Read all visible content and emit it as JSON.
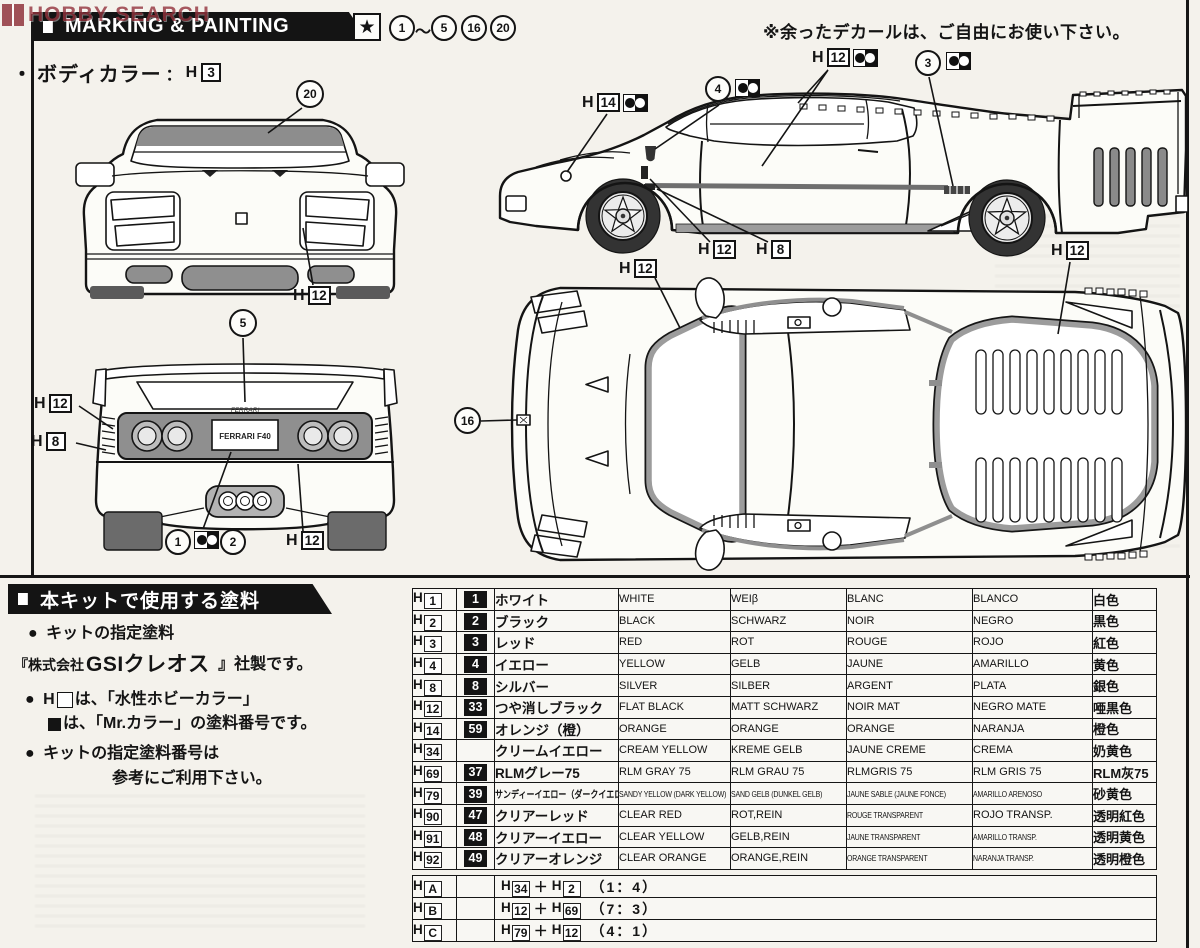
{
  "watermark": {
    "text": "HOBBY SEARCH"
  },
  "header": {
    "title": "MARKING & PAINTING",
    "star": "★",
    "parts": [
      "1",
      "5",
      "16",
      "20"
    ],
    "range_tilde": "～",
    "note": "※余ったデカールは、ご自由にお使い下さい。"
  },
  "body_color": {
    "bullet": "・",
    "label": "ボディカラー",
    "sep": "：",
    "prefix": "H",
    "num": "3"
  },
  "callouts": {
    "front_windshield_part": {
      "num": "20"
    },
    "front_bumper_paint": {
      "prefix": "H",
      "num": "12"
    },
    "rear_spoiler_part": {
      "num": "5"
    },
    "rear_left_paint": {
      "prefix": "H",
      "num": "12"
    },
    "rear_left_lower_paint": {
      "prefix": "H",
      "num": "8"
    },
    "rear_plate_part_a": {
      "num": "1"
    },
    "rear_plate_part_b": {
      "num": "2"
    },
    "rear_lower_paint": {
      "prefix": "H",
      "num": "12"
    },
    "side_marker_paint": {
      "prefix": "H",
      "num": "14"
    },
    "side_badge_part": {
      "num": "4"
    },
    "side_window_paint": {
      "prefix": "H",
      "num": "12"
    },
    "side_door_part": {
      "num": "3"
    },
    "side_sill_paint": {
      "prefix": "H",
      "num": "12"
    },
    "side_sill_paint2": {
      "prefix": "H",
      "num": "8"
    },
    "top_windshield_paint": {
      "prefix": "H",
      "num": "12"
    },
    "top_engine_paint": {
      "prefix": "H",
      "num": "12"
    },
    "top_hood_part": {
      "num": "16"
    }
  },
  "views": {
    "rear_plate_text": "FERRARI F40",
    "rear_spoiler_script": "FERRARI"
  },
  "paint_section": {
    "banner": "本キットで使用する塗料",
    "note1": "キットの指定塗料",
    "maker_pre": "『株式会社",
    "maker": "GSIクレオス",
    "maker_post": "』社製です。",
    "aqueous_pre": "H",
    "aqueous_post": "は、「水性ホビーカラー」",
    "mr_post": "は、「Mr.カラー」の塗料番号です。",
    "ref1": "キットの指定塗料番号は",
    "ref2": "参考にご利用下さい。"
  },
  "paint_table": {
    "rows": [
      {
        "h": "1",
        "mr": "1",
        "jp": "ホワイト",
        "en": "WHITE",
        "de": "WEIβ",
        "fr": "BLANC",
        "es": "BLANCO",
        "cn": "白色"
      },
      {
        "h": "2",
        "mr": "2",
        "jp": "ブラック",
        "en": "BLACK",
        "de": "SCHWARZ",
        "fr": "NOIR",
        "es": "NEGRO",
        "cn": "黒色"
      },
      {
        "h": "3",
        "mr": "3",
        "jp": "レッド",
        "en": "RED",
        "de": "ROT",
        "fr": "ROUGE",
        "es": "ROJO",
        "cn": "紅色"
      },
      {
        "h": "4",
        "mr": "4",
        "jp": "イエロー",
        "en": "YELLOW",
        "de": "GELB",
        "fr": "JAUNE",
        "es": "AMARILLO",
        "cn": "黄色"
      },
      {
        "h": "8",
        "mr": "8",
        "jp": "シルバー",
        "en": "SILVER",
        "de": "SILBER",
        "fr": "ARGENT",
        "es": "PLATA",
        "cn": "銀色"
      },
      {
        "h": "12",
        "mr": "33",
        "jp": "つや消しブラック",
        "en": "FLAT BLACK",
        "de": "MATT SCHWARZ",
        "fr": "NOIR MAT",
        "es": "NEGRO MATE",
        "cn": "唖黒色"
      },
      {
        "h": "14",
        "mr": "59",
        "jp": "オレンジ（橙）",
        "en": "ORANGE",
        "de": "ORANGE",
        "fr": "ORANGE",
        "es": "NARANJA",
        "cn": "橙色"
      },
      {
        "h": "34",
        "mr": "",
        "jp": "クリームイエロー",
        "en": "CREAM YELLOW",
        "de": "KREME GELB",
        "fr": "JAUNE CREME",
        "es": "CREMA",
        "cn": "奶黄色"
      },
      {
        "h": "69",
        "mr": "37",
        "jp": "RLMグレー75",
        "en": "RLM GRAY 75",
        "de": "RLM GRAU 75",
        "fr": "RLMGRIS 75",
        "es": "RLM GRIS 75",
        "cn": "RLM灰75"
      },
      {
        "h": "79",
        "mr": "39",
        "jp": "サンディーイエロー（ダークイエロー）",
        "en": "SANDY YELLOW (DARK YELLOW)",
        "de": "SAND GELB (DUNKEL GELB)",
        "fr": "JAUNE SABLE (JAUNE FONCE)",
        "es": "AMARILLO ARENOSO",
        "cn": "砂黄色"
      },
      {
        "h": "90",
        "mr": "47",
        "jp": "クリアーレッド",
        "en": "CLEAR RED",
        "de": "ROT,REIN",
        "fr": "ROUGE TRANSPARENT",
        "es": "ROJO TRANSP.",
        "cn": "透明紅色"
      },
      {
        "h": "91",
        "mr": "48",
        "jp": "クリアーイエロー",
        "en": "CLEAR YELLOW",
        "de": "GELB,REIN",
        "fr": "JAUNE TRANSPARENT",
        "es": "AMARILLO TRANSP.",
        "cn": "透明黄色"
      },
      {
        "h": "92",
        "mr": "49",
        "jp": "クリアーオレンジ",
        "en": "CLEAR ORANGE",
        "de": "ORANGE,REIN",
        "fr": "ORANGE TRANSPARENT",
        "es": "NARANJA TRANSP.",
        "cn": "透明橙色"
      }
    ],
    "mix_rows": [
      {
        "h": "A",
        "f1": "34",
        "f2": "2",
        "ratio": "（1：4）"
      },
      {
        "h": "B",
        "f1": "12",
        "f2": "69",
        "ratio": "（7：3）"
      },
      {
        "h": "C",
        "f1": "79",
        "f2": "12",
        "ratio": "（4：1）"
      }
    ]
  },
  "colors": {
    "banner": "#141414",
    "watermark_red": "#93323c",
    "paper": "#f4f2ec"
  }
}
